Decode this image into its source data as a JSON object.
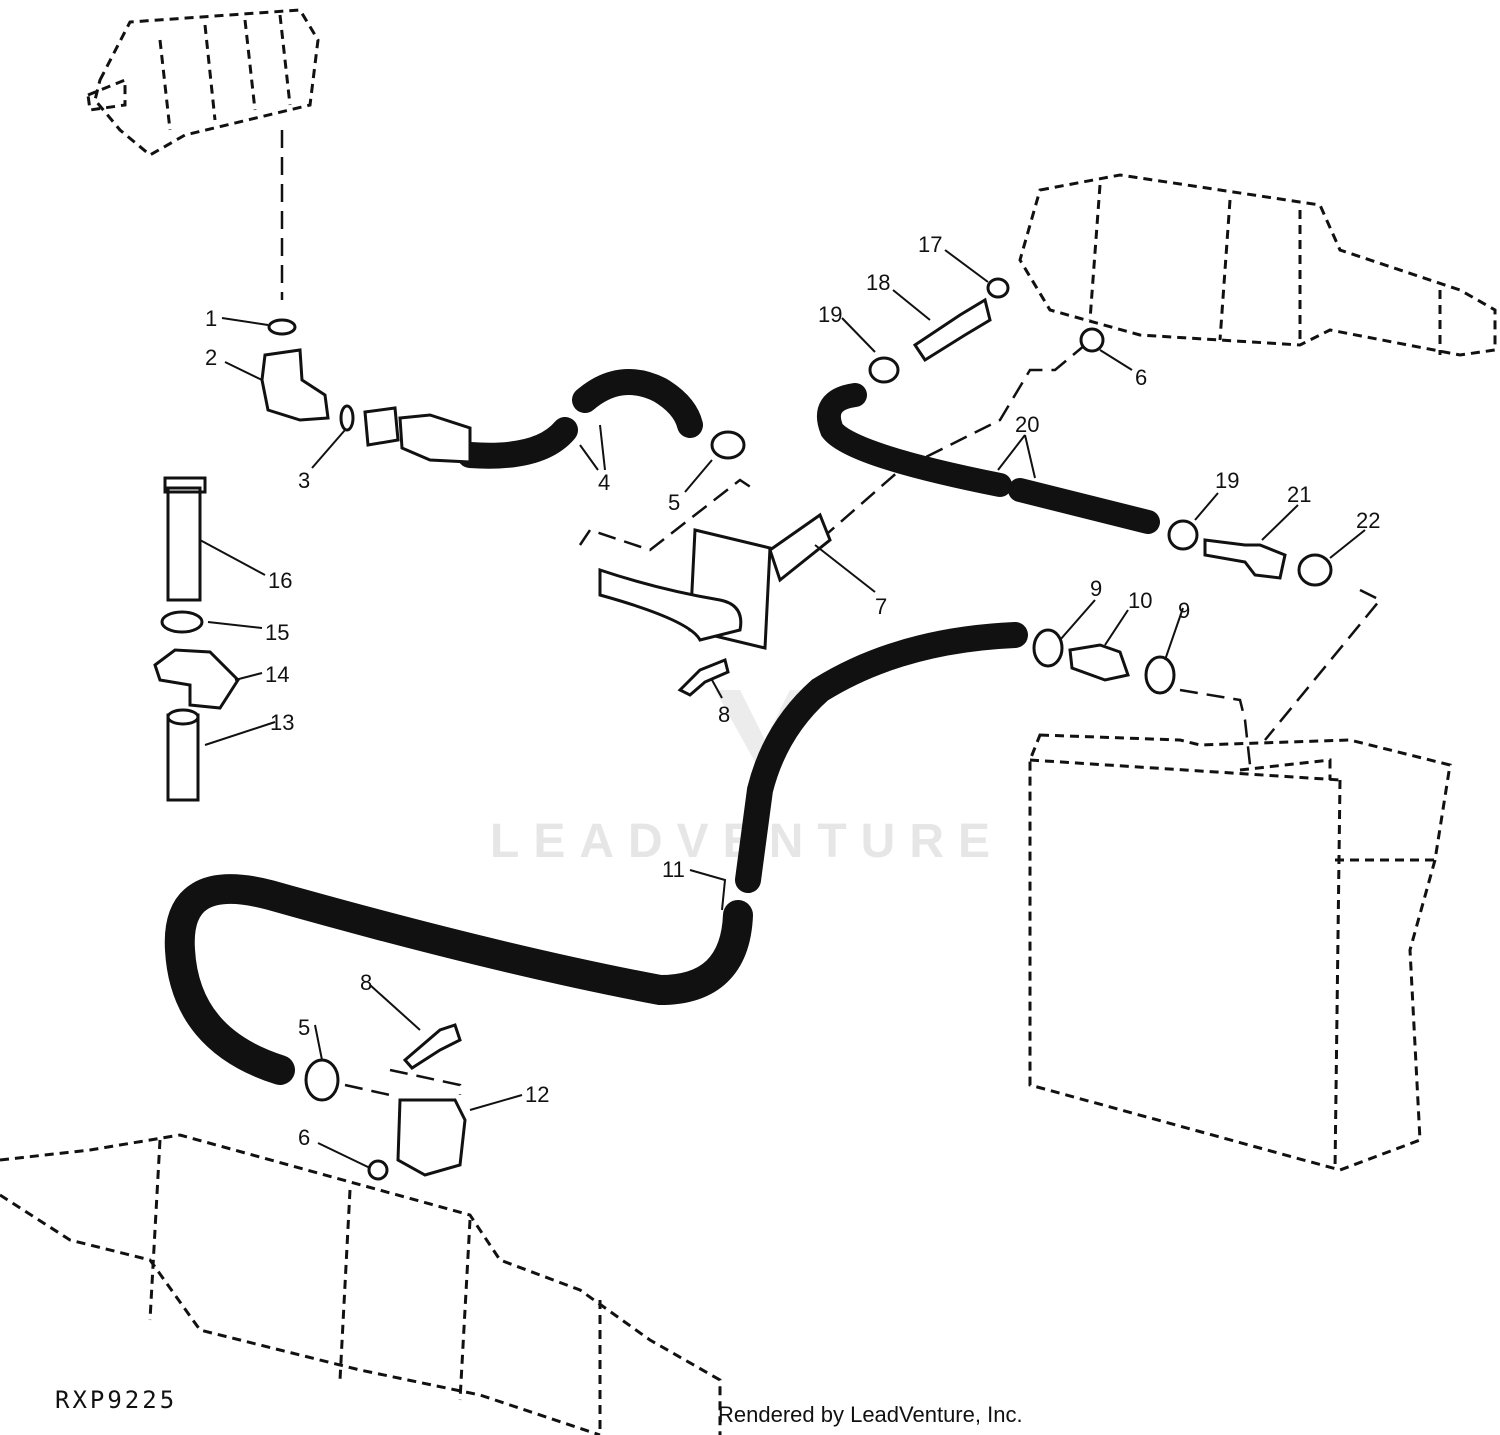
{
  "diagram": {
    "drawing_code": "RXP9225",
    "credit": "Rendered by LeadVenture, Inc.",
    "watermark": "LEADVENTURE",
    "callouts": [
      {
        "id": "c1",
        "label": "1"
      },
      {
        "id": "c2",
        "label": "2"
      },
      {
        "id": "c3",
        "label": "3"
      },
      {
        "id": "c4",
        "label": "4"
      },
      {
        "id": "c5a",
        "label": "5"
      },
      {
        "id": "c5b",
        "label": "5"
      },
      {
        "id": "c6a",
        "label": "6"
      },
      {
        "id": "c6b",
        "label": "6"
      },
      {
        "id": "c7",
        "label": "7"
      },
      {
        "id": "c8a",
        "label": "8"
      },
      {
        "id": "c8b",
        "label": "8"
      },
      {
        "id": "c9a",
        "label": "9"
      },
      {
        "id": "c9b",
        "label": "9"
      },
      {
        "id": "c10",
        "label": "10"
      },
      {
        "id": "c11",
        "label": "11"
      },
      {
        "id": "c12",
        "label": "12"
      },
      {
        "id": "c13",
        "label": "13"
      },
      {
        "id": "c14",
        "label": "14"
      },
      {
        "id": "c15",
        "label": "15"
      },
      {
        "id": "c16",
        "label": "16"
      },
      {
        "id": "c17",
        "label": "17"
      },
      {
        "id": "c18",
        "label": "18"
      },
      {
        "id": "c19a",
        "label": "19"
      },
      {
        "id": "c19b",
        "label": "19"
      },
      {
        "id": "c20",
        "label": "20"
      },
      {
        "id": "c21",
        "label": "21"
      },
      {
        "id": "c22",
        "label": "22"
      }
    ]
  }
}
